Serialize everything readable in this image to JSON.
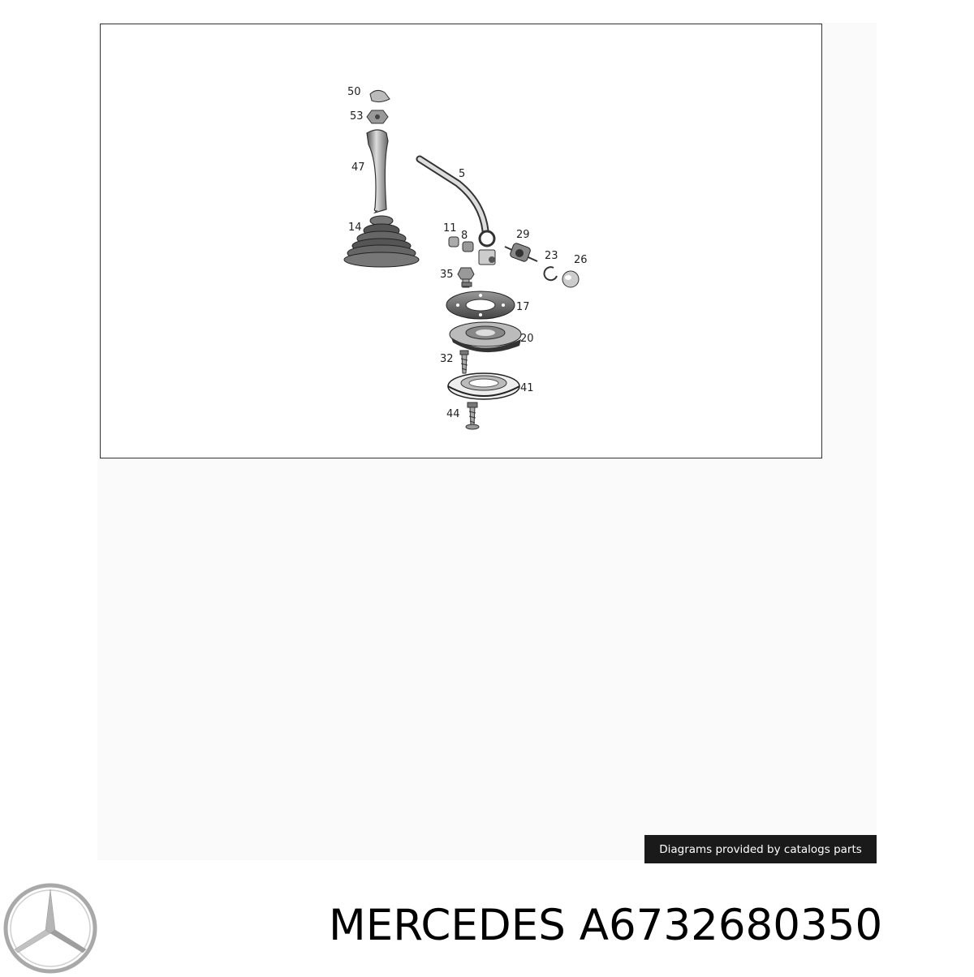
{
  "diagram": {
    "callouts": [
      "50",
      "53",
      "47",
      "14",
      "5",
      "11",
      "8",
      "29",
      "23",
      "26",
      "35",
      "17",
      "20",
      "32",
      "41",
      "44"
    ]
  },
  "credit": "Diagrams provided by catalogs parts",
  "brand": "MERCEDES",
  "part_number": "A6732680350",
  "logo_icon": "mercedes-star-icon",
  "colors": {
    "credit_bg": "#1a1a1a",
    "logo": "#a9a9a9"
  }
}
